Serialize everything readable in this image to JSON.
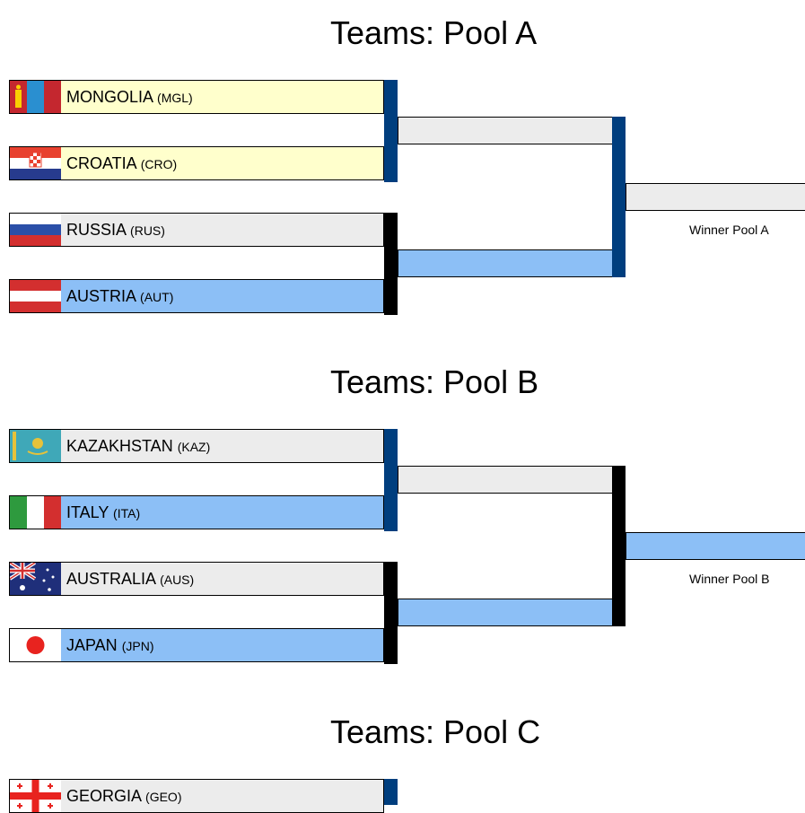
{
  "colors": {
    "yellow": "#ffffcc",
    "grey": "#ececec",
    "blue": "#8cbff6",
    "navy_bar": "#003e7e",
    "black_bar": "#000000"
  },
  "pools": [
    {
      "title": "Teams: Pool A",
      "winner_label": "Winner Pool A",
      "teams": [
        {
          "name": "MONGOLIA",
          "code": "(MGL)",
          "flag": "mongolia-flag-icon",
          "fill": "yellow"
        },
        {
          "name": "CROATIA",
          "code": "(CRO)",
          "flag": "croatia-flag-icon",
          "fill": "yellow"
        },
        {
          "name": "RUSSIA",
          "code": "(RUS)",
          "flag": "russia-flag-icon",
          "fill": "grey"
        },
        {
          "name": "AUSTRIA",
          "code": "(AUT)",
          "flag": "austria-flag-icon",
          "fill": "blue"
        }
      ]
    },
    {
      "title": "Teams: Pool B",
      "winner_label": "Winner Pool B",
      "teams": [
        {
          "name": "KAZAKHSTAN",
          "code": "(KAZ)",
          "flag": "kazakhstan-flag-icon",
          "fill": "grey"
        },
        {
          "name": "ITALY",
          "code": "(ITA)",
          "flag": "italy-flag-icon",
          "fill": "blue"
        },
        {
          "name": "AUSTRALIA",
          "code": "(AUS)",
          "flag": "australia-flag-icon",
          "fill": "grey"
        },
        {
          "name": "JAPAN",
          "code": "(JPN)",
          "flag": "japan-flag-icon",
          "fill": "blue"
        }
      ]
    },
    {
      "title": "Teams: Pool C",
      "teams": [
        {
          "name": "GEORGIA",
          "code": "(GEO)",
          "flag": "georgia-flag-icon",
          "fill": "grey"
        }
      ]
    }
  ]
}
